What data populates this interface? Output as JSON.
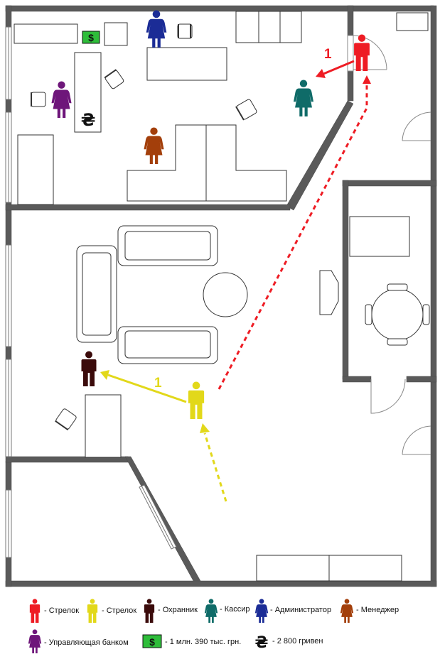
{
  "colors": {
    "shooter_red": "#ee1c24",
    "shooter_yellow": "#e2d81a",
    "guard": "#3b0b0b",
    "cashier": "#0f6b68",
    "administrator": "#1b2c96",
    "manager": "#a33f0b",
    "bank_head": "#6e167a",
    "money_green": "#2ebd3a",
    "wall": "#5a5a5a"
  },
  "diagram": {
    "red_path_label": "1",
    "yellow_path_label": "1",
    "money_symbol": "$",
    "hryvnia_symbol": "₴"
  },
  "legend": {
    "items": [
      {
        "key": "shooter_red",
        "icon": "person-icon",
        "text": "- Стрелок"
      },
      {
        "key": "shooter_yellow",
        "icon": "person-icon",
        "text": "- Стрелок"
      },
      {
        "key": "guard",
        "icon": "person-icon",
        "text": "- Охранник"
      },
      {
        "key": "cashier",
        "icon": "person-female-icon",
        "text": "- Кассир"
      },
      {
        "key": "administrator",
        "icon": "person-female-icon",
        "text": "- Администратор"
      },
      {
        "key": "manager",
        "icon": "person-female-icon",
        "text": "- Менеджер"
      },
      {
        "key": "bank_head",
        "icon": "person-female-icon",
        "text": "- Управляющая банком"
      },
      {
        "key": "money",
        "icon": "money-stack-icon",
        "text": "- 1 млн. 390 тыс. грн."
      },
      {
        "key": "hryvnia",
        "icon": "hryvnia-icon",
        "text": "- 2 800 гривен"
      }
    ]
  }
}
